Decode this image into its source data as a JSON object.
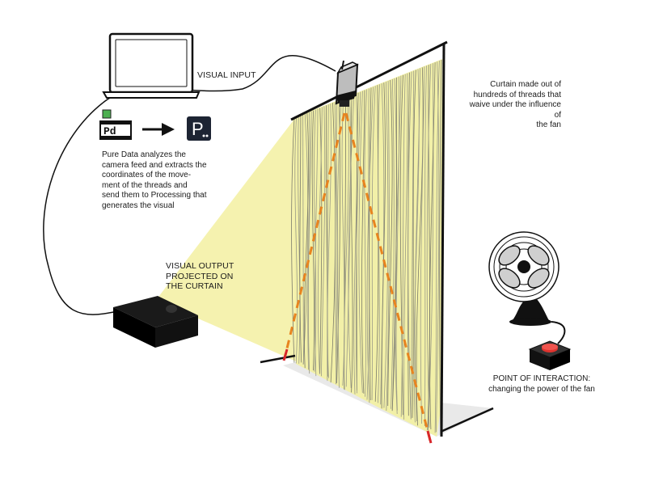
{
  "labels": {
    "visual_input": "VISUAL INPUT",
    "curtain_desc": [
      "Curtain made out of",
      "hundreds of threads that",
      "waive under the influence of",
      "the fan"
    ],
    "pd_desc": [
      "Pure Data analyzes the",
      "camera feed and extracts the",
      "coordinates of the move-",
      "ment of the threads and",
      "send them to Processing that",
      "generates the visual"
    ],
    "visual_output": [
      "VISUAL OUTPUT",
      "PROJECTED ON",
      "THE CURTAIN"
    ],
    "interaction_title": "POINT OF INTERACTION:",
    "interaction_desc": "changing the power of the fan"
  },
  "icons": {
    "pd_text": "Pd",
    "processing_glyph": "P"
  },
  "colors": {
    "beam": "#f4f1a6",
    "curtain": "#f2f0a8",
    "laser": "#e8841f",
    "laser_tip": "#d7262b",
    "button": "#e0332e",
    "status_dot": "#4caf50"
  }
}
